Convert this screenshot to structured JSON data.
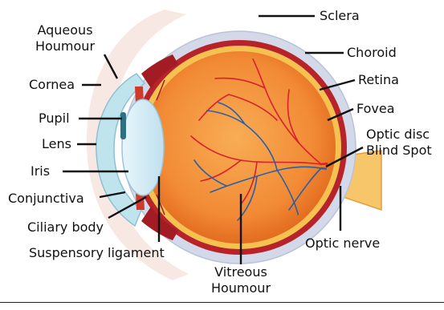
{
  "diagram": {
    "labels": {
      "aqueous_line1": "Aqueous",
      "aqueous_line2": "Houmour",
      "cornea": "Cornea",
      "pupil": "Pupil",
      "lens": "Lens",
      "iris": "Iris",
      "conjunctiva": "Conjunctiva",
      "ciliary_body": "Ciliary body",
      "suspensory_ligament": "Suspensory ligament",
      "vitreous_line1": "Vitreous",
      "vitreous_line2": "Houmour",
      "sclera": "Sclera",
      "choroid": "Choroid",
      "retina": "Retina",
      "fovea": "Fovea",
      "optic_disc_line1": "Optic disc",
      "optic_disc_line2": "Blind Spot",
      "optic_nerve": "Optic nerve"
    },
    "colors": {
      "sclera": "#cfd6e6",
      "choroid": "#b5202a",
      "retina": "#f5c150",
      "vitreous_center": "#f7a24a",
      "vitreous_edge": "#e0661c",
      "lens": "#d8eef6",
      "iris": "#d03a2a",
      "cornea": "#bfe4ee",
      "artery": "#d8212d",
      "vein": "#2a5fa8",
      "optic_nerve": "#f8c66a",
      "leader": "#111111"
    }
  }
}
